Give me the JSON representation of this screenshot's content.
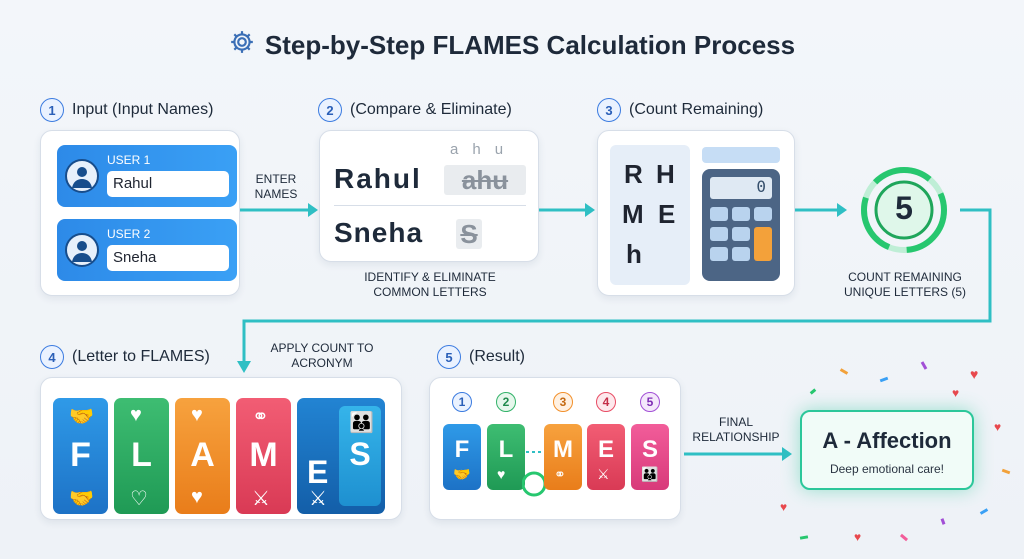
{
  "title": "Step-by-Step FLAMES Calculation Process",
  "steps": [
    {
      "num": "1",
      "label": "Input (Input Names)"
    },
    {
      "num": "2",
      "label": "(Compare & Eliminate)"
    },
    {
      "num": "3",
      "label": "(Count Remaining)"
    },
    {
      "num": "4",
      "label": "(Letter to FLAMES)"
    },
    {
      "num": "5",
      "label": "(Result)"
    }
  ],
  "users": [
    {
      "label": "USER 1",
      "name": "Rahul"
    },
    {
      "label": "USER 2",
      "name": "Sneha"
    }
  ],
  "notes": {
    "enter_names": "ENTER NAMES",
    "identify": "IDENTIFY & ELIMINATE COMMON LETTERS",
    "count_remaining": "COUNT REMAINING UNIQUE LETTERS (5)",
    "apply_count": "APPLY COUNT TO ACRONYM",
    "final_relationship": "FINAL RELATIONSHIP"
  },
  "compare": {
    "name1_kept": "Rahul",
    "name1_struck": "ahu",
    "struck_top": [
      "a",
      "h",
      "u"
    ],
    "name2_kept": "Sneha",
    "name2_struck": "S"
  },
  "remaining_letters": [
    "R",
    "H",
    "M",
    "E",
    "h"
  ],
  "calculator_display": "0",
  "count_value": "5",
  "flames_letters": [
    "F",
    "L",
    "A",
    "M",
    "E",
    "S"
  ],
  "result_numbers": [
    "1",
    "2",
    "3",
    "4",
    "5"
  ],
  "result_letters": [
    "F",
    "L",
    "M",
    "E",
    "S"
  ],
  "result": {
    "title": "A - Affection",
    "subtitle": "Deep emotional care!"
  },
  "colors": {
    "F": "#2b8ee0",
    "L": "#34b36a",
    "A": "#f2902b",
    "M": "#e84c64",
    "E": "#1f7ac8",
    "S": "#2a9fd8",
    "accent_arrow": "#2fbfc4",
    "result_border": "#2cc79a"
  },
  "icons": [
    "gear-icon",
    "handshake-icon",
    "heart-icon",
    "hands-heart-icon",
    "rings-icon",
    "swords-icon",
    "family-icon",
    "user-avatar-icon",
    "calculator-icon"
  ]
}
